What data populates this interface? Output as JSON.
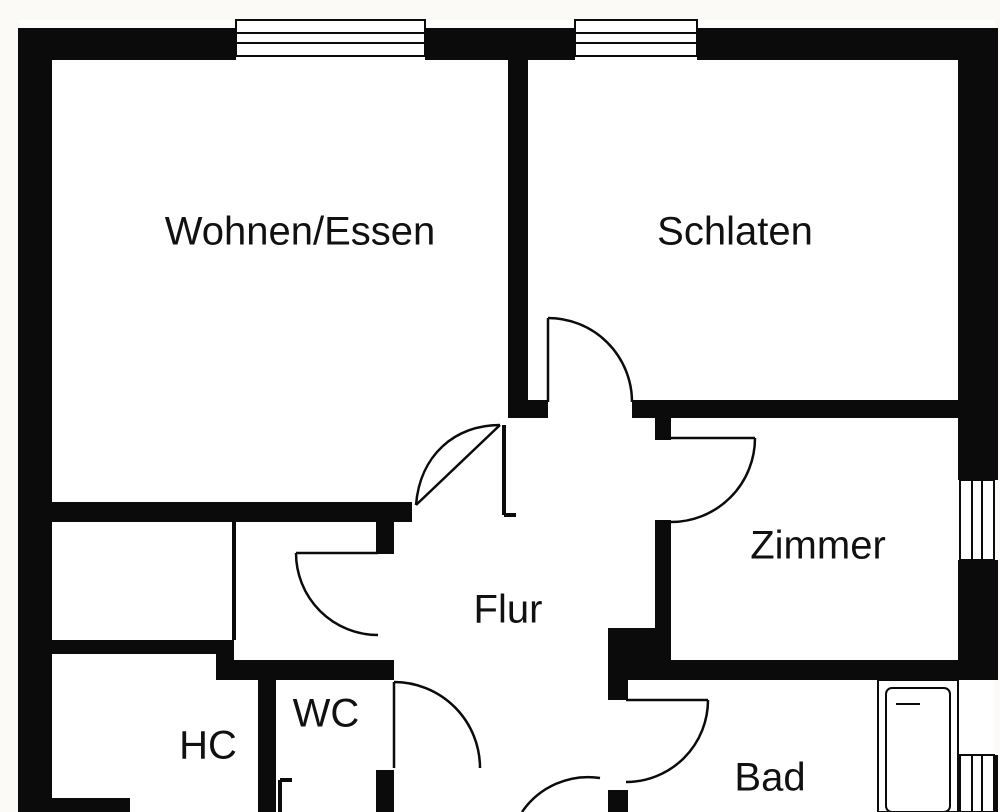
{
  "rooms": {
    "wohnen": "Wohnen/Essen",
    "schlafen": "Schlaten",
    "zimmer": "Zimmer",
    "flur": "Flur",
    "wc": "WC",
    "hc": "HC",
    "bad": "Bad"
  },
  "colors": {
    "wall": "#0b0b0b",
    "floor": "#ffffff",
    "background": "#fbfaf7"
  }
}
